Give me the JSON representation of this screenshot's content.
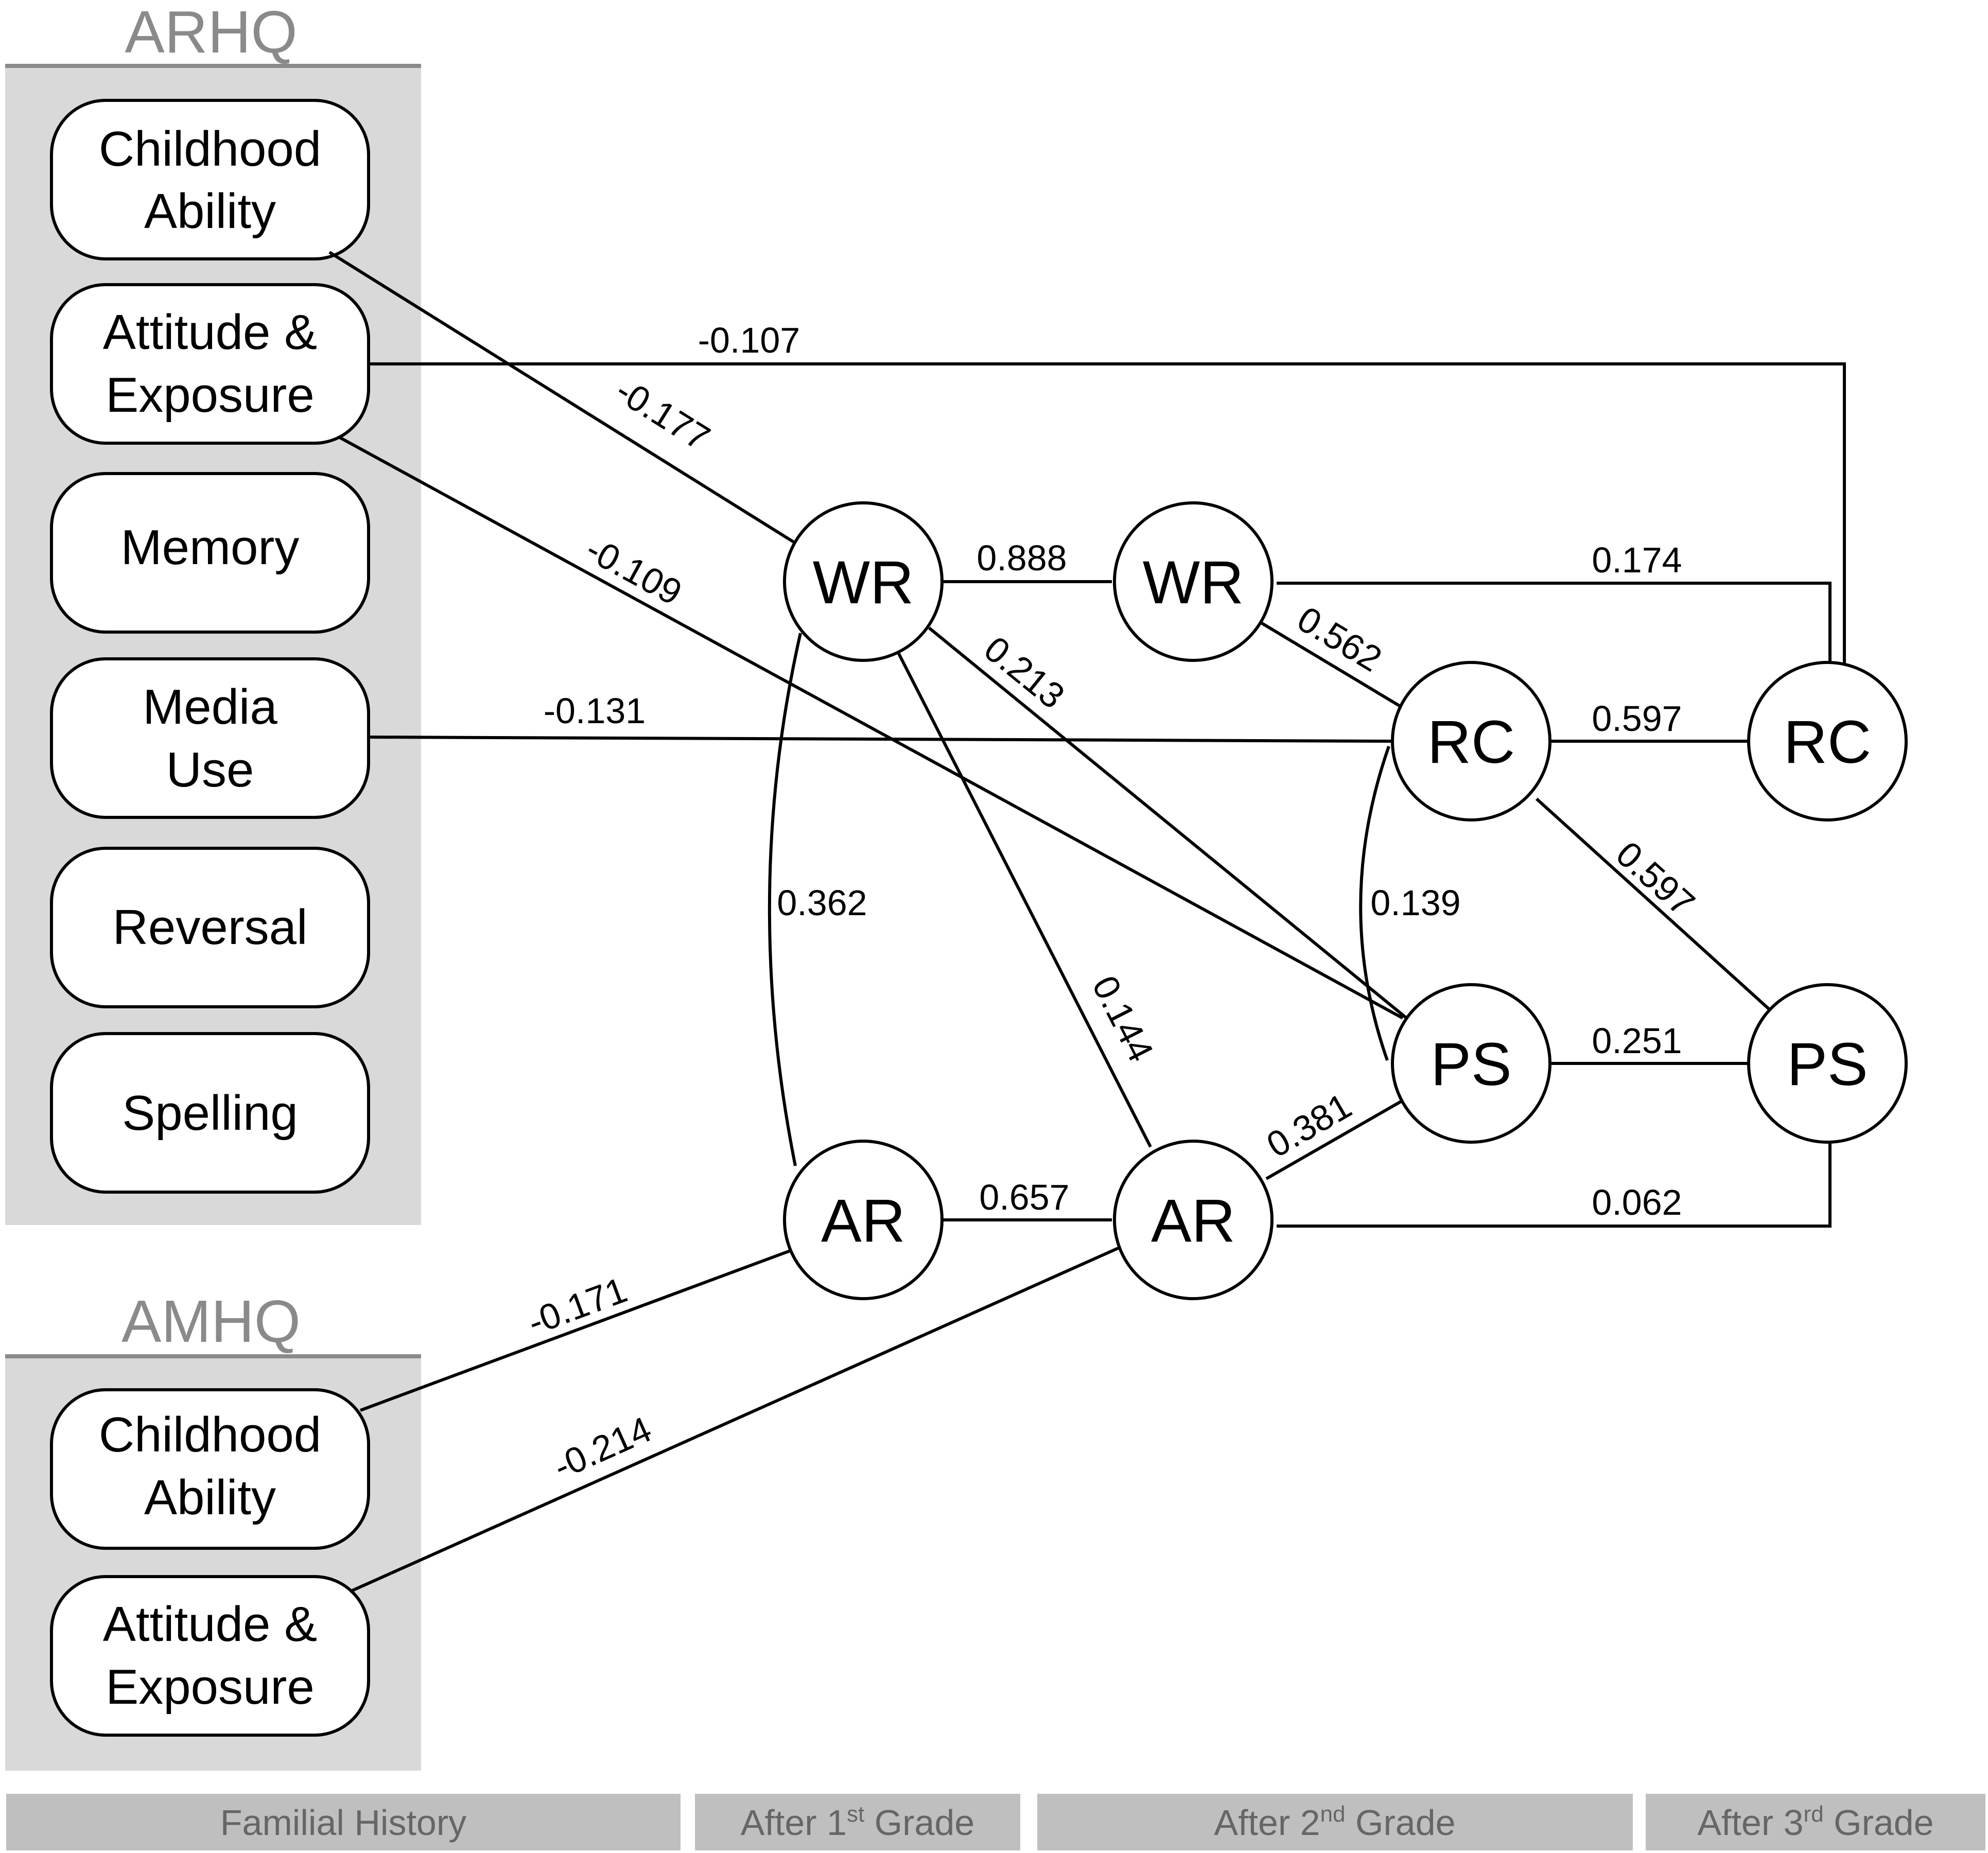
{
  "groups": {
    "arhq": {
      "title": "ARHQ",
      "items": [
        [
          "Childhood",
          "Ability"
        ],
        [
          "Attitude &",
          "Exposure"
        ],
        [
          "Memory"
        ],
        [
          "Media",
          "Use"
        ],
        [
          "Reversal"
        ],
        [
          "Spelling"
        ]
      ]
    },
    "amhq": {
      "title": "AMHQ",
      "items": [
        [
          "Childhood",
          "Ability"
        ],
        [
          "Attitude &",
          "Exposure"
        ]
      ]
    }
  },
  "nodes": {
    "wr1": "WR",
    "ar1": "AR",
    "wr2": "WR",
    "ar2": "AR",
    "rc2": "RC",
    "ps2": "PS",
    "rc3": "RC",
    "ps3": "PS"
  },
  "paths": [
    {
      "from": "ARHQ Childhood Ability",
      "to": "WR (1st)",
      "coefficient": "-0.177"
    },
    {
      "from": "ARHQ Attitude & Exposure",
      "to": "RC (3rd)",
      "coefficient": "-0.107"
    },
    {
      "from": "ARHQ Attitude & Exposure",
      "to": "PS (2nd)",
      "coefficient": "-0.109"
    },
    {
      "from": "ARHQ Media Use",
      "to": "RC (2nd)",
      "coefficient": "-0.131"
    },
    {
      "from": "WR (1st)",
      "to": "WR (2nd)",
      "coefficient": "0.888"
    },
    {
      "from": "WR (1st)",
      "to": "PS (2nd)",
      "coefficient": "0.213"
    },
    {
      "from": "WR (1st)",
      "to": "AR (2nd)",
      "coefficient": "0.144"
    },
    {
      "from": "WR (1st)",
      "to": "AR (1st)",
      "coefficient": "0.362",
      "bidirectional": true
    },
    {
      "from": "WR (2nd)",
      "to": "RC (3rd)",
      "coefficient": "0.174"
    },
    {
      "from": "WR (2nd)",
      "to": "RC (2nd)",
      "coefficient": "0.562"
    },
    {
      "from": "RC (2nd)",
      "to": "RC (3rd)",
      "coefficient": "0.597"
    },
    {
      "from": "RC (2nd)",
      "to": "PS (3rd)",
      "coefficient": "0.597"
    },
    {
      "from": "RC (2nd)",
      "to": "PS (2nd)",
      "coefficient": "0.139",
      "bidirectional": true
    },
    {
      "from": "PS (2nd)",
      "to": "PS (3rd)",
      "coefficient": "0.251"
    },
    {
      "from": "AR (1st)",
      "to": "AR (2nd)",
      "coefficient": "0.657"
    },
    {
      "from": "AR (2nd)",
      "to": "PS (2nd)",
      "coefficient": "0.381"
    },
    {
      "from": "AR (2nd)",
      "to": "PS (3rd)",
      "coefficient": "0.062"
    },
    {
      "from": "AMHQ Childhood Ability",
      "to": "AR (1st)",
      "coefficient": "-0.171"
    },
    {
      "from": "AMHQ Attitude & Exposure",
      "to": "AR (2nd)",
      "coefficient": "-0.214"
    }
  ],
  "timeline": [
    {
      "label": "Familial History"
    },
    {
      "prefix": "After 1",
      "sup": "st",
      "suffix": " Grade"
    },
    {
      "prefix": "After 2",
      "sup": "nd",
      "suffix": " Grade"
    },
    {
      "prefix": "After 3",
      "sup": "rd",
      "suffix": " Grade"
    }
  ],
  "colors": {
    "panel": "#d9d9d9",
    "timeline_bar": "#bfbfbf",
    "group_title": "#8a8a8a",
    "timeline_text": "#666666"
  }
}
